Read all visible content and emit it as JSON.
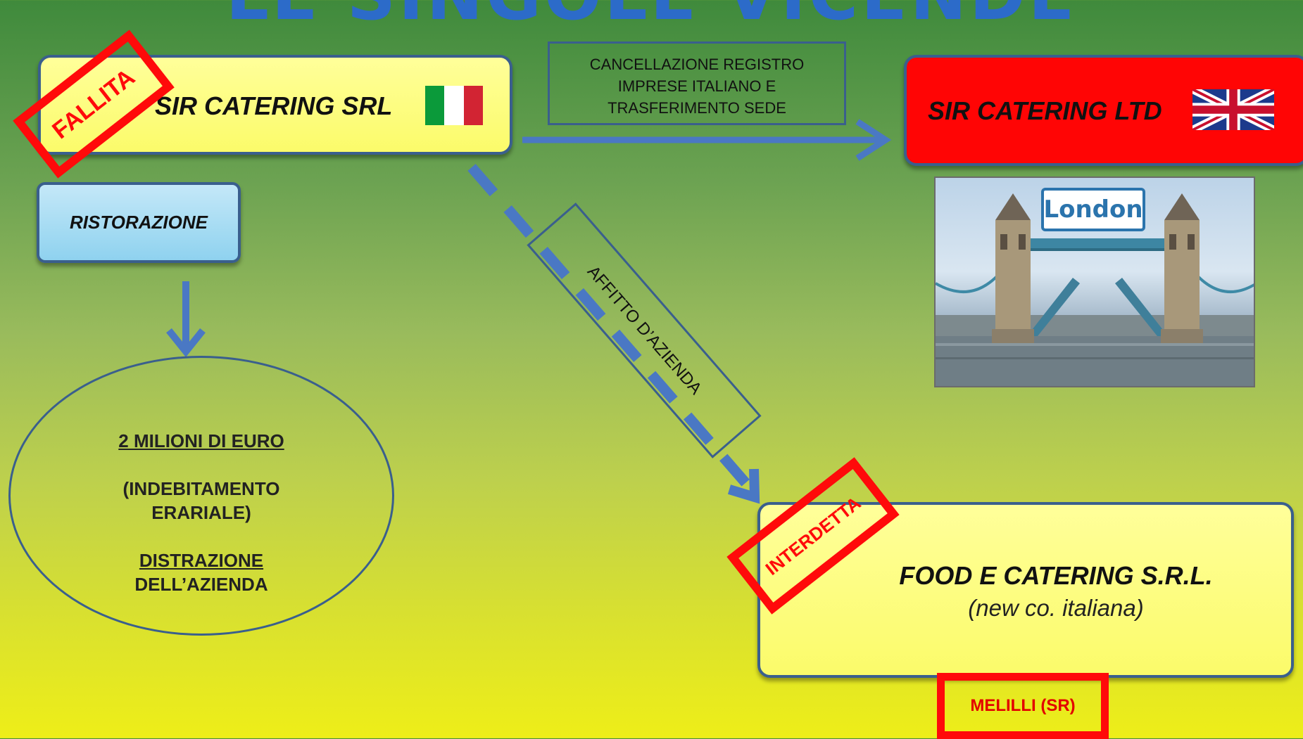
{
  "title": "LE SINGOLE VICENDE",
  "sir_srl": {
    "name": "SIR CATERING SRL",
    "stamp": "FALLITA"
  },
  "sir_ltd": {
    "name": "SIR CATERING LTD"
  },
  "transfer_label": "CANCELLAZIONE REGISTRO IMPRESE ITALIANO E TRASFERIMENTO SEDE",
  "rent_label": "AFFITTO D’AZIENDA",
  "ristorazione": "RISTORAZIONE",
  "ellipse": {
    "line1": "2 MILIONI DI EURO",
    "line2": "(INDEBITAMENTO ERARIALE)",
    "line3": "DISTRAZIONE",
    "line4": "DELL’AZIENDA"
  },
  "food": {
    "name": "FOOD E CATERING S.R.L.",
    "sub": "(new co. italiana)",
    "stamp": "INTERDETTA"
  },
  "melilli": "MELILLI (SR)",
  "london_sign": "London",
  "colors": {
    "arrow": "#4a78c4",
    "stamp": "#ff0a0a",
    "ltd_box": "#ff0505",
    "title": "#2c6bc9"
  }
}
